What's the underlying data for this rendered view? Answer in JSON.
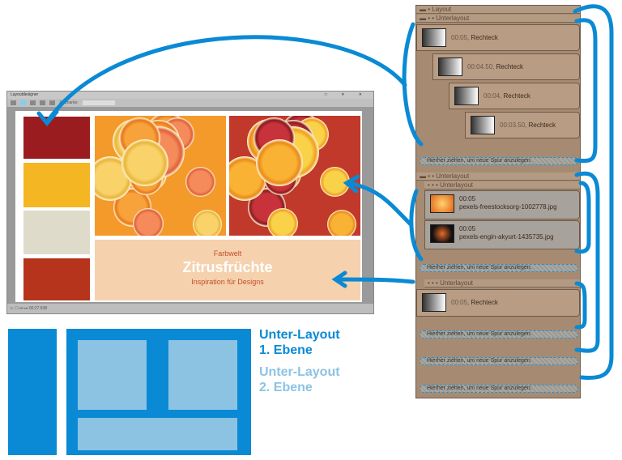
{
  "designer": {
    "title": "Layoutdesigner",
    "toolbar_label": "Zeitmarke:",
    "window_controls": "□ ✕ ✕",
    "time": "00:27.838"
  },
  "page": {
    "swatches": [
      "#9b1c1f",
      "#f5b623",
      "#dfdbca",
      "#b6341b"
    ],
    "subtitle": "Farbwelt",
    "title": "Zitrusfrüchte",
    "tagline": "Inspiration für Designs"
  },
  "panel": {
    "layout": "Layout",
    "unterlayout": "Unterlayout",
    "clips1": [
      {
        "time": "00:05,",
        "name": "Rechteck"
      },
      {
        "time": "00:04.50,",
        "name": "Rechteck"
      },
      {
        "time": "00:04,",
        "name": "Rechteck"
      },
      {
        "time": "00:03.50,",
        "name": "Rechteck"
      }
    ],
    "images": [
      {
        "time": "00:05",
        "name": "pexels-freestocksorg-1002778.jpg"
      },
      {
        "time": "00:05",
        "name": "pexels-engin-akyurt-1435735.jpg"
      }
    ],
    "clip3": {
      "time": "00:05,",
      "name": "Rechteck"
    },
    "drop": "Hierher ziehen, um neue Spur anzulegen."
  },
  "legend": {
    "level1": [
      "Unter-Layout",
      "1. Ebene"
    ],
    "level2": [
      "Unter-Layout",
      "2. Ebene"
    ]
  },
  "colors": {
    "arrow": "#0a8ad4",
    "level1": "#0a8ad4",
    "level2": "#8cc3e3"
  }
}
